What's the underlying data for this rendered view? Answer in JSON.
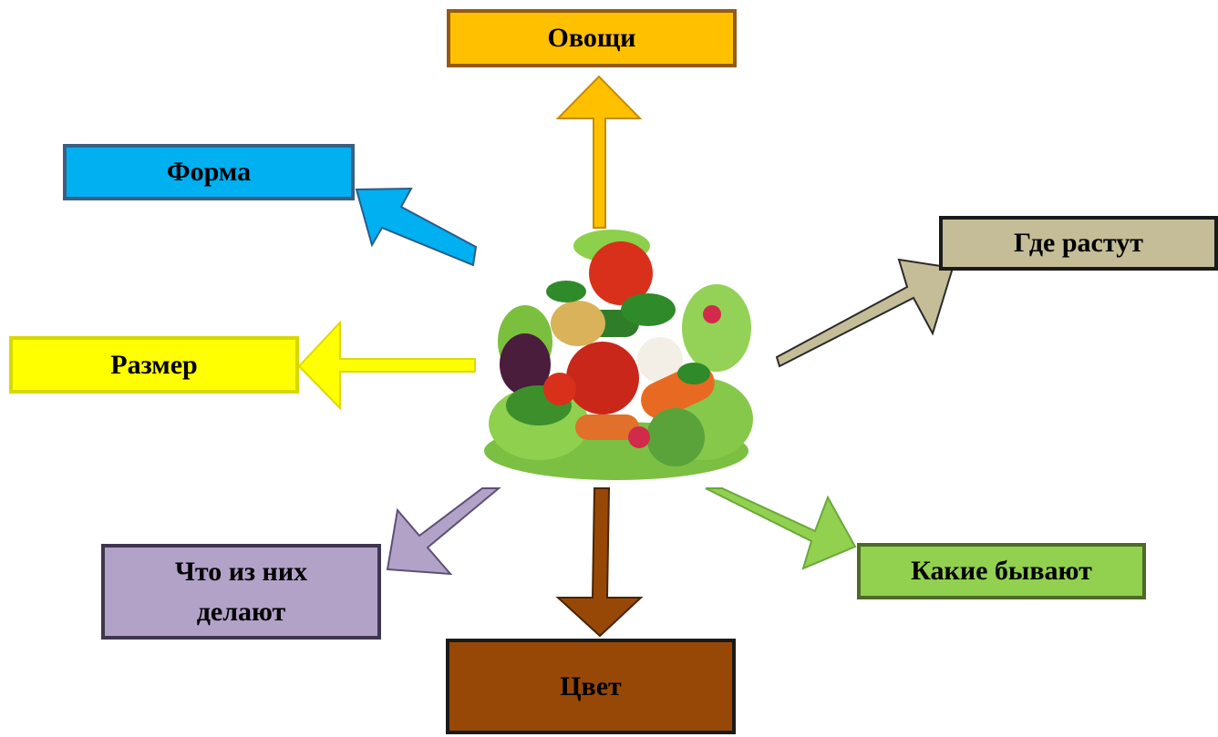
{
  "center_image": "vegetable-pile-image",
  "nodes": {
    "vegetables": {
      "label": "Овощи",
      "fill": "#ffc000"
    },
    "shape": {
      "label": "Форма",
      "fill": "#00b0f0"
    },
    "where": {
      "label": "Где растут",
      "fill": "#c4bd97"
    },
    "size": {
      "label": "Размер",
      "fill": "#ffff00"
    },
    "made": {
      "label": "Что из них делают",
      "fill": "#b2a2c7"
    },
    "kinds": {
      "label": "Какие бывают",
      "fill": "#92d050"
    },
    "color": {
      "label": "Цвет",
      "fill": "#984806"
    }
  }
}
